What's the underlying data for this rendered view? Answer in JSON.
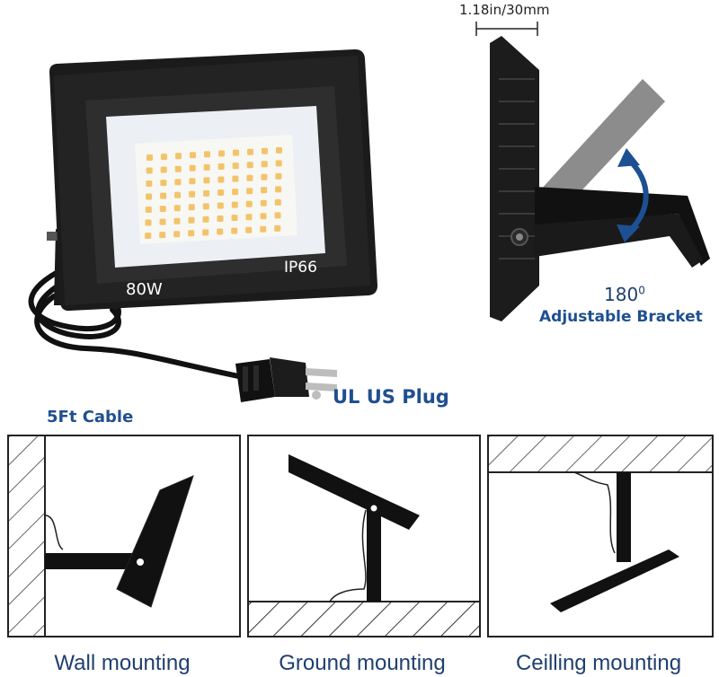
{
  "labels": {
    "dimension": "1.18in/30mm",
    "wattage": "80W",
    "ip_rating": "IP66",
    "angle": "180",
    "angle_superscript": "0",
    "bracket": "Adjustable Bracket",
    "plug": "UL US Plug",
    "cable": "5Ft Cable"
  },
  "captions": {
    "wall": "Wall mounting",
    "ground": "Ground mounting",
    "ceiling": "Ceilling mounting"
  }
}
